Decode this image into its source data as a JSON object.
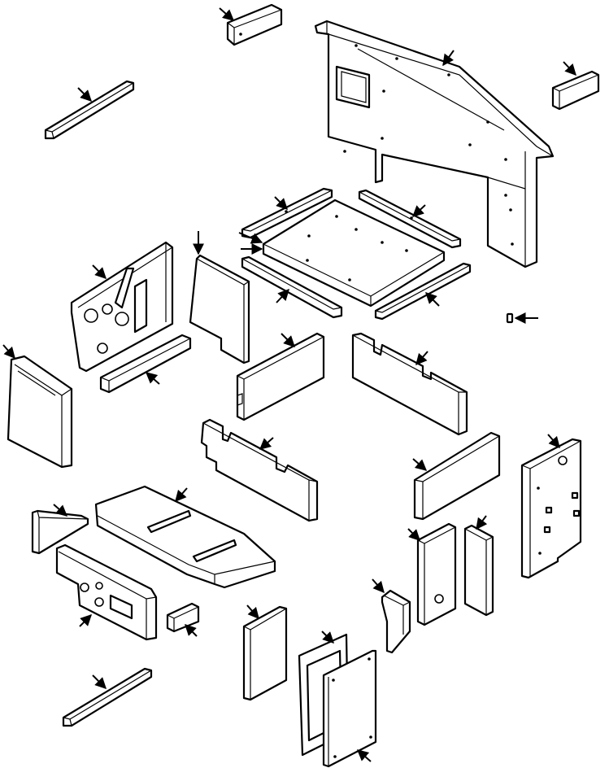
{
  "diagram": {
    "type": "exploded-view-parts-illustration",
    "colors": {
      "line": "#000000",
      "background": "#ffffff"
    },
    "parts": [
      "top-small-block",
      "rear-back-panel",
      "right-top-block",
      "left-top-strip",
      "rail-upper-left",
      "rail-upper-right",
      "floor-plate",
      "rail-lower-left",
      "rail-lower-right",
      "left-side-panel-holes",
      "middle-flat-panel",
      "small-bar",
      "left-tall-panel",
      "slotted-board-left",
      "slotted-board-right",
      "long-notched-board",
      "right-board",
      "small-screw",
      "right-tall-panel-holes",
      "triangle-bracket",
      "floor-mat",
      "front-dash-panel",
      "small-block-front",
      "bottom-strip",
      "lower-panel",
      "gasket-frame",
      "cover-plate",
      "angled-bracket",
      "panel-with-hole",
      "narrow-panel"
    ]
  }
}
